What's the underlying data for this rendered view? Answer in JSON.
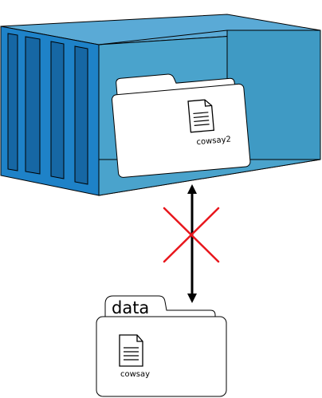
{
  "container": {
    "file_label": "cowsay2",
    "colors": {
      "top": "#5aaad6",
      "side": "#1e82c8",
      "side_dark": "#156aa6",
      "interior": "#4aa3cc",
      "interior_back": "#3f9ac4",
      "outline": "#000000"
    },
    "file_icon": "document-icon",
    "folder_icon": "folder-icon"
  },
  "host_folder": {
    "title": "data",
    "file_label": "cowsay",
    "file_icon": "document-icon",
    "folder_icon": "folder-icon"
  },
  "connection": {
    "arrow_icon": "double-arrow-icon",
    "blocked_icon": "red-x-icon",
    "arrow_color": "#000000",
    "blocked_color": "#e8171d"
  }
}
